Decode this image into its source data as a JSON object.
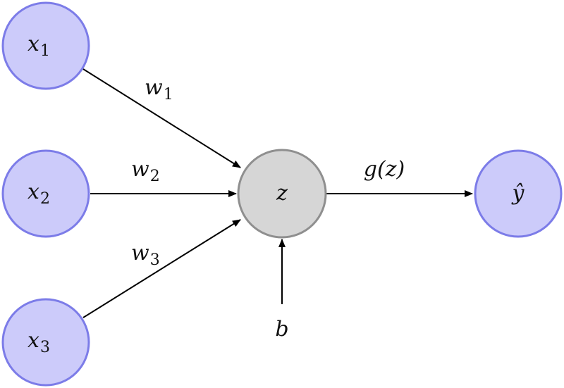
{
  "diagram": {
    "inputs": [
      {
        "symbol": "x",
        "index": "1"
      },
      {
        "symbol": "x",
        "index": "2"
      },
      {
        "symbol": "x",
        "index": "3"
      }
    ],
    "weights": [
      {
        "symbol": "w",
        "index": "1"
      },
      {
        "symbol": "w",
        "index": "2"
      },
      {
        "symbol": "w",
        "index": "3"
      }
    ],
    "sum_node": {
      "symbol": "z"
    },
    "bias": {
      "symbol": "b"
    },
    "activation": {
      "label": "g(z)"
    },
    "output": {
      "symbol": "ŷ"
    },
    "colors": {
      "input_fill": "#cccbfa",
      "input_stroke": "#7c7ce8",
      "sum_fill": "#d6d6d6",
      "sum_stroke": "#8f8f8f",
      "edge": "#000000"
    }
  }
}
